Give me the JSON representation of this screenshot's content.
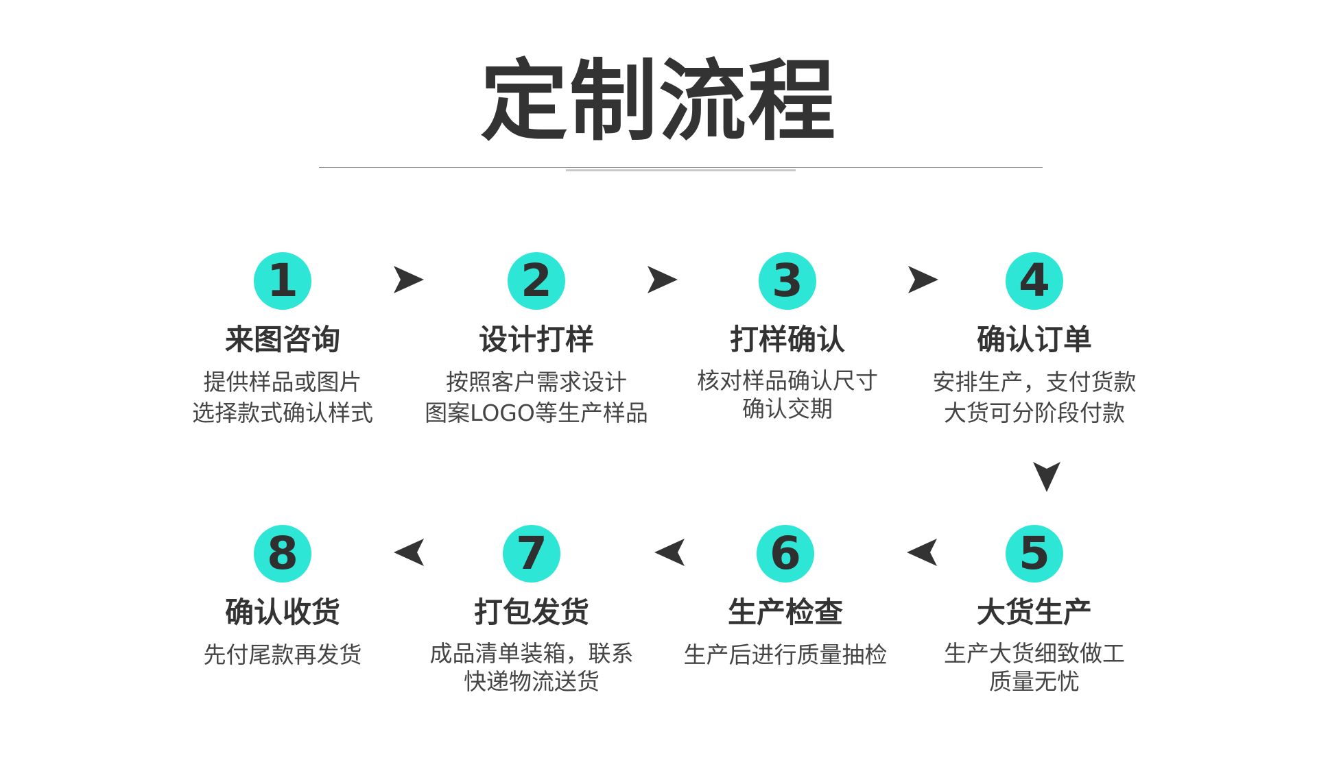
{
  "title": "定制流程",
  "colors": {
    "circle": "#2ee6d6",
    "text": "#333333",
    "arrow": "#333333"
  },
  "steps": [
    {
      "number": "1",
      "title": "来图咨询",
      "desc": [
        "提供样品或图片",
        "选择款式确认样式"
      ]
    },
    {
      "number": "2",
      "title": "设计打样",
      "desc": [
        "按照客户需求设计",
        "图案LOGO等生产样品"
      ]
    },
    {
      "number": "3",
      "title": "打样确认",
      "desc": [
        "核对样品确认尺寸",
        "确认交期"
      ]
    },
    {
      "number": "4",
      "title": "确认订单",
      "desc": [
        "安排生产，支付货款",
        "大货可分阶段付款"
      ]
    },
    {
      "number": "5",
      "title": "大货生产",
      "desc": [
        "生产大货细致做工",
        "质量无忧"
      ]
    },
    {
      "number": "6",
      "title": "生产检查",
      "desc": [
        "生产后进行质量抽检"
      ]
    },
    {
      "number": "7",
      "title": "打包发货",
      "desc": [
        "成品清单装箱，联系",
        "快递物流送货"
      ]
    },
    {
      "number": "8",
      "title": "确认收货",
      "desc": [
        "先付尾款再发货"
      ]
    }
  ],
  "arrows": [
    {
      "icon": "arrow-right-icon"
    },
    {
      "icon": "arrow-right-icon"
    },
    {
      "icon": "arrow-right-icon"
    },
    {
      "icon": "arrow-down-icon"
    },
    {
      "icon": "arrow-left-icon"
    },
    {
      "icon": "arrow-left-icon"
    },
    {
      "icon": "arrow-left-icon"
    }
  ]
}
